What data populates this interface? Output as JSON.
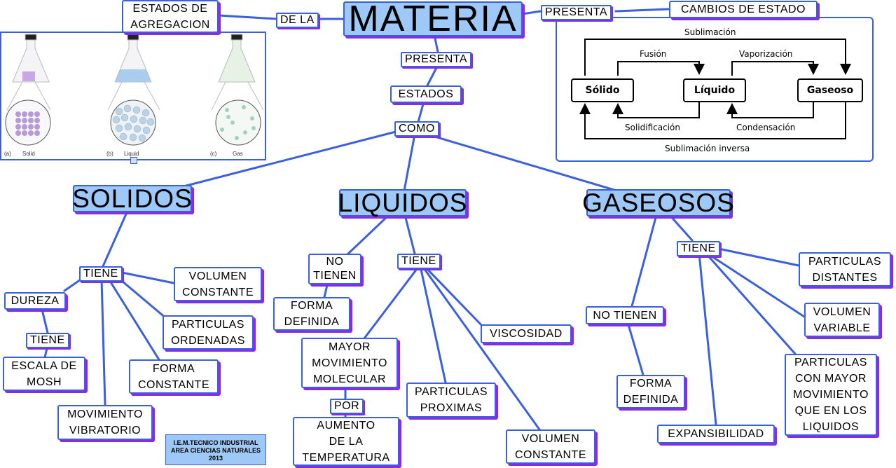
{
  "title": "MATERIA",
  "links": {
    "de_la": "DE LA",
    "presenta_right": "PRESENTA",
    "presenta_down": "PRESENTA",
    "como": "COMO",
    "tiene_solidos": "TIENE",
    "tiene_dureza": "TIENE",
    "tiene_liquidos": "TIENE",
    "tiene_gaseosos": "TIENE",
    "por": "POR"
  },
  "nodes": {
    "estados_agregacion": "ESTADOS DE\nAGREGACION",
    "cambios_estado": "CAMBIOS DE ESTADO",
    "estados": "ESTADOS",
    "solidos": "SOLIDOS",
    "liquidos": "LIQUIDOS",
    "gaseosos": "GASEOSOS",
    "volumen_constante_s": "VOLUMEN\nCONSTANTE",
    "dureza": "DUREZA",
    "particulas_ordenadas": "PARTICULAS\nORDENADAS",
    "escala_mosh": "ESCALA DE\nMOSH",
    "forma_constante": "FORMA\nCONSTANTE",
    "movimiento_vibratorio": "MOVIMIENTO\nVIBRATORIO",
    "no_tienen_l": "NO\nTIENEN",
    "forma_definida_l": "FORMA\nDEFINIDA",
    "viscosidad": "VISCOSIDAD",
    "mayor_movimiento": "MAYOR\nMOVIMIENTO\nMOLECULAR",
    "particulas_proximas": "PARTICULAS\nPROXIMAS",
    "aumento_temperatura": "AUMENTO\nDE LA\nTEMPERATURA",
    "volumen_constante_l": "VOLUMEN\nCONSTANTE",
    "no_tienen_g": "NO TIENEN",
    "forma_definida_g": "FORMA\nDEFINIDA",
    "expansibilidad": "EXPANSIBILIDAD",
    "particulas_distantes": "PARTICULAS\nDISTANTES",
    "volumen_variable": "VOLUMEN\nVARIABLE",
    "particulas_mayor_mov": "PARTICULAS\nCON MAYOR\nMOVIMIENTO\nQUE EN LOS\nLIQUIDOS"
  },
  "phase_image": {
    "labels": [
      "Solid",
      "Liquid",
      "Gas"
    ],
    "letters": [
      "(a)",
      "(b)",
      "(c)"
    ]
  },
  "cycle": {
    "states": [
      "Sólido",
      "Líquido",
      "Gaseoso"
    ],
    "labels": {
      "sublimacion": "Sublimación",
      "fusion": "Fusión",
      "vaporizacion": "Vaporización",
      "solidificacion": "Solidificación",
      "condensacion": "Condensación",
      "sublimacion_inversa": "Sublimación inversa"
    }
  },
  "credit": [
    "I.E.M.TECNICO INDUSTRIAL",
    "AREA CIENCIAS NATURALES",
    "2013"
  ],
  "colors": {
    "line": "#3a5fe0",
    "shadow": "#8a2be2",
    "main_fill": "#9ec8f6"
  }
}
